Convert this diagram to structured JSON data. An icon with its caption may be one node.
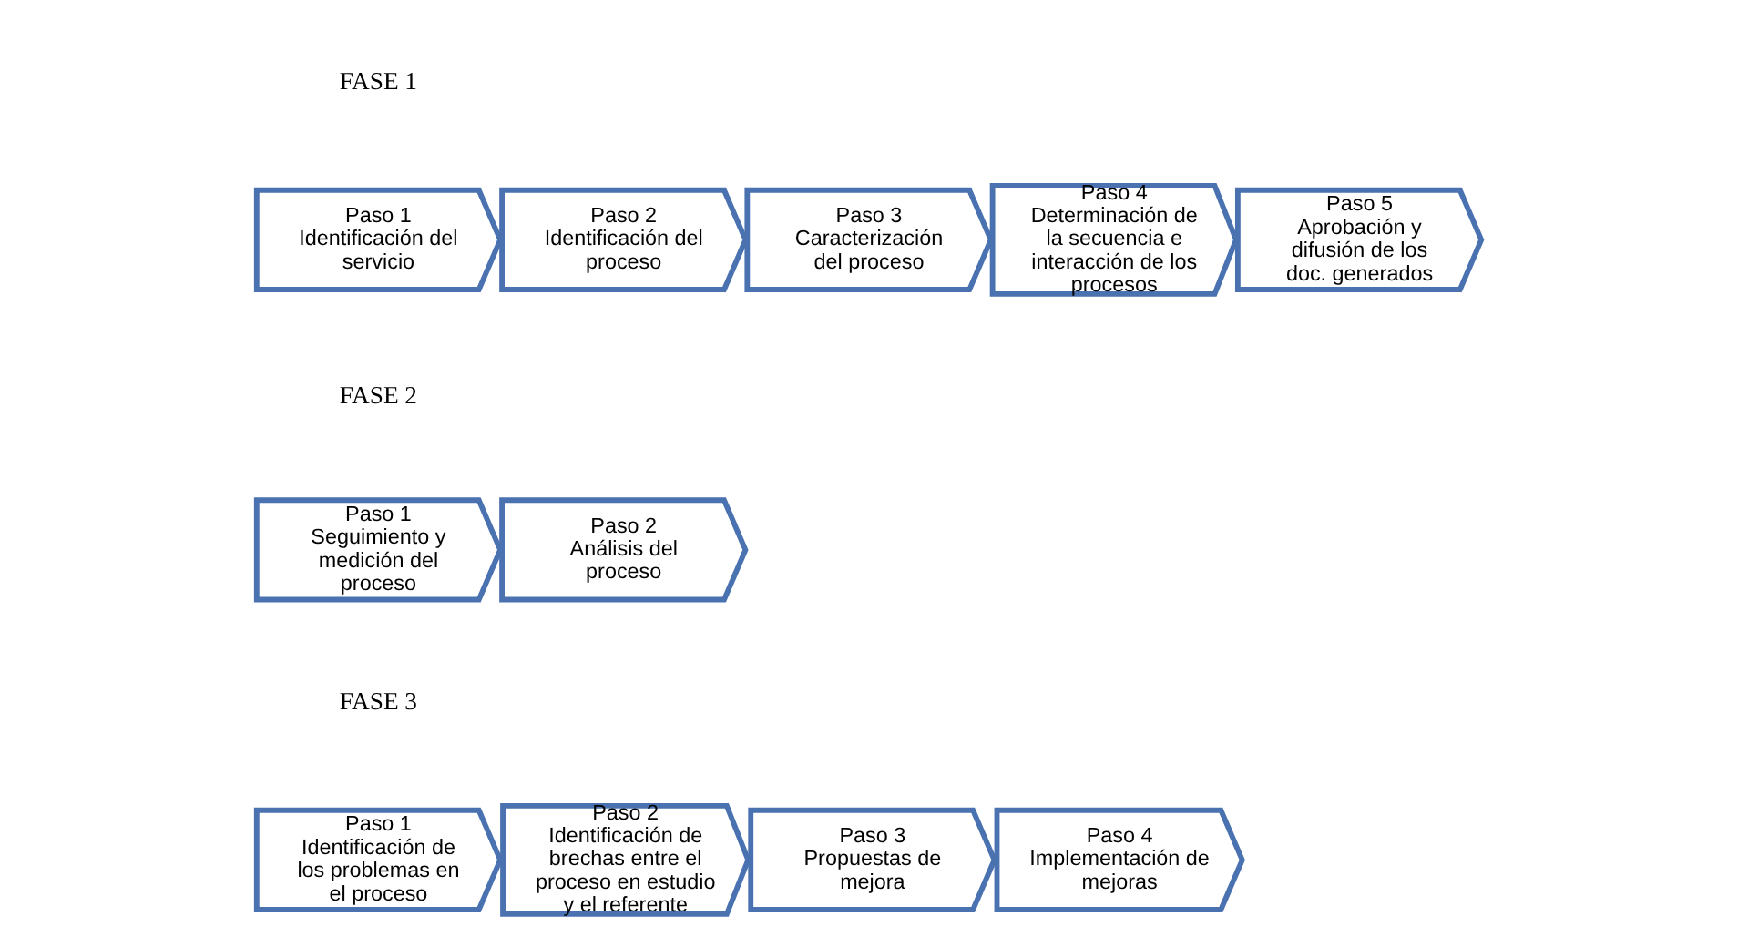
{
  "diagram": {
    "nodes": [
      {
        "text": [
          "Paso 1",
          "Identificación del servicio"
        ]
      },
      {
        "text": [
          "Paso 2",
          "Identificación del proceso"
        ]
      },
      {
        "text": [
          "Paso 3",
          "Caracterización del proceso"
        ]
      },
      {
        "text": [
          "Paso 4",
          "Determinación de la secuencia e interacción de los procesos"
        ]
      },
      {
        "text": [
          "Paso 5",
          "Aprobación y difusión de los doc. generados"
        ]
      },
      {
        "text": [
          "Paso 1",
          "Seguimiento y medición del proceso"
        ]
      },
      {
        "text": [
          "Paso 2",
          "Análisis del proceso"
        ]
      },
      {
        "text": [
          "Paso 1",
          "Identificación de los problemas en el proceso"
        ]
      },
      {
        "text": [
          "Paso 2",
          "Identificación de brechas entre el proceso en estudio y el referente"
        ]
      },
      {
        "text": [
          "Paso 3",
          "Propuestas de mejora"
        ]
      },
      {
        "text": [
          "Paso 4",
          "Implementación de mejoras"
        ]
      }
    ],
    "edges": [],
    "labels": [
      "FASE 1",
      "FASE 2",
      "FASE 3"
    ]
  }
}
